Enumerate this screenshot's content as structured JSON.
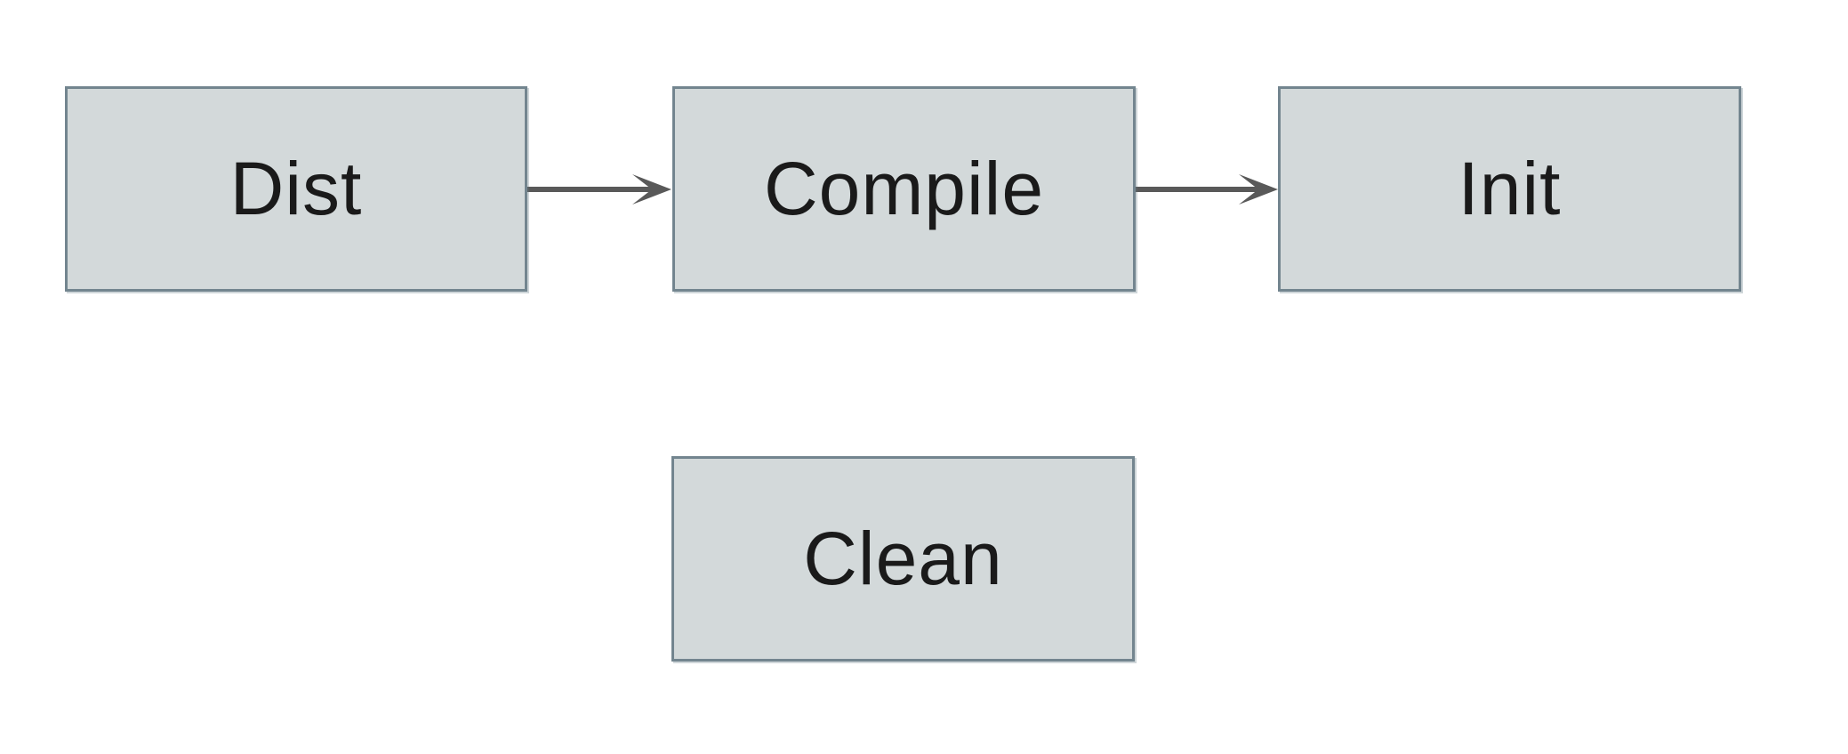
{
  "app": {
    "type": "flowchart-diagram",
    "background": "#ffffff"
  },
  "diagram": {
    "nodes": [
      {
        "id": "dist",
        "label": "Dist"
      },
      {
        "id": "compile",
        "label": "Compile"
      },
      {
        "id": "init",
        "label": "Init"
      },
      {
        "id": "clean",
        "label": "Clean"
      }
    ],
    "edges": [
      {
        "from": "Dist",
        "to": "Compile",
        "direction": "right"
      },
      {
        "from": "Compile",
        "to": "Init",
        "direction": "right"
      }
    ],
    "colors": {
      "node_fill": "#d3d9da",
      "node_border": "#73858f",
      "arrow": "#595959",
      "label_text": "#1a1a1a"
    }
  }
}
